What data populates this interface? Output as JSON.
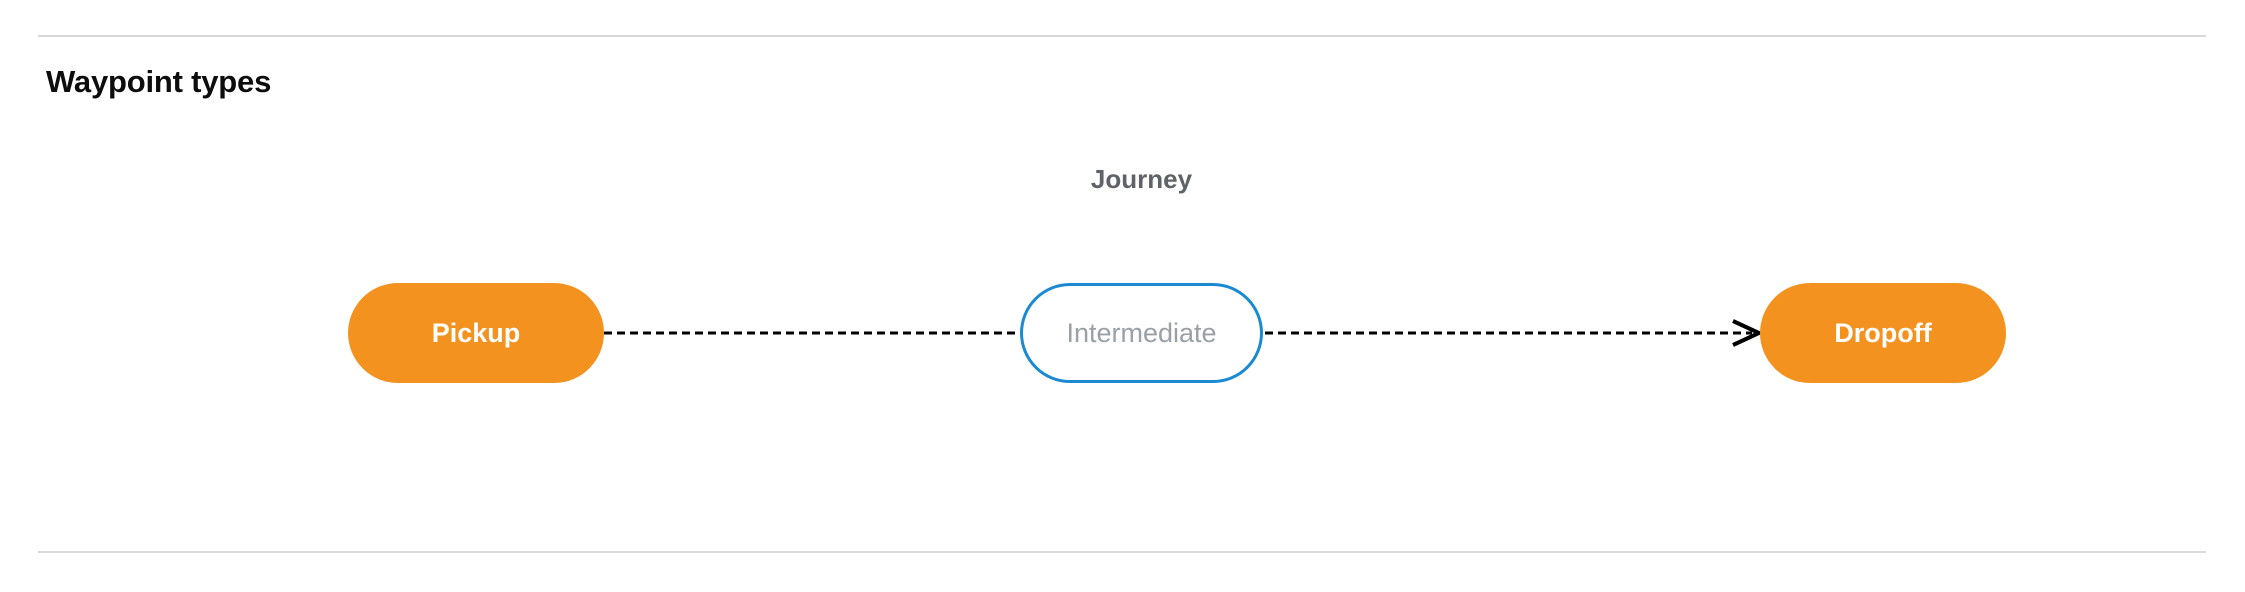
{
  "section": {
    "title": "Waypoint types",
    "divider_color": "#d9d9dc"
  },
  "diagram": {
    "name": "waypoint-journey-diagram",
    "group_label": "Journey",
    "group_label_color": "#5f6368",
    "nodes": [
      {
        "id": "pickup",
        "label": "Pickup",
        "kind": "terminal",
        "fill": "#f4921f",
        "text_color": "#ffffff",
        "border_color": "none"
      },
      {
        "id": "intermediate",
        "label": "Intermediate",
        "kind": "optional",
        "fill": "#ffffff",
        "text_color": "#9aa0a6",
        "border_color": "#1b8ad2"
      },
      {
        "id": "dropoff",
        "label": "Dropoff",
        "kind": "terminal",
        "fill": "#f4921f",
        "text_color": "#ffffff",
        "border_color": "none"
      }
    ],
    "edges": [
      {
        "id": "pickup-to-intermediate",
        "from": "pickup",
        "to": "intermediate",
        "style": "dashed",
        "arrowhead": false,
        "color": "#000000"
      },
      {
        "id": "intermediate-to-dropoff",
        "from": "intermediate",
        "to": "dropoff",
        "style": "dashed",
        "arrowhead": true,
        "color": "#000000"
      }
    ]
  }
}
